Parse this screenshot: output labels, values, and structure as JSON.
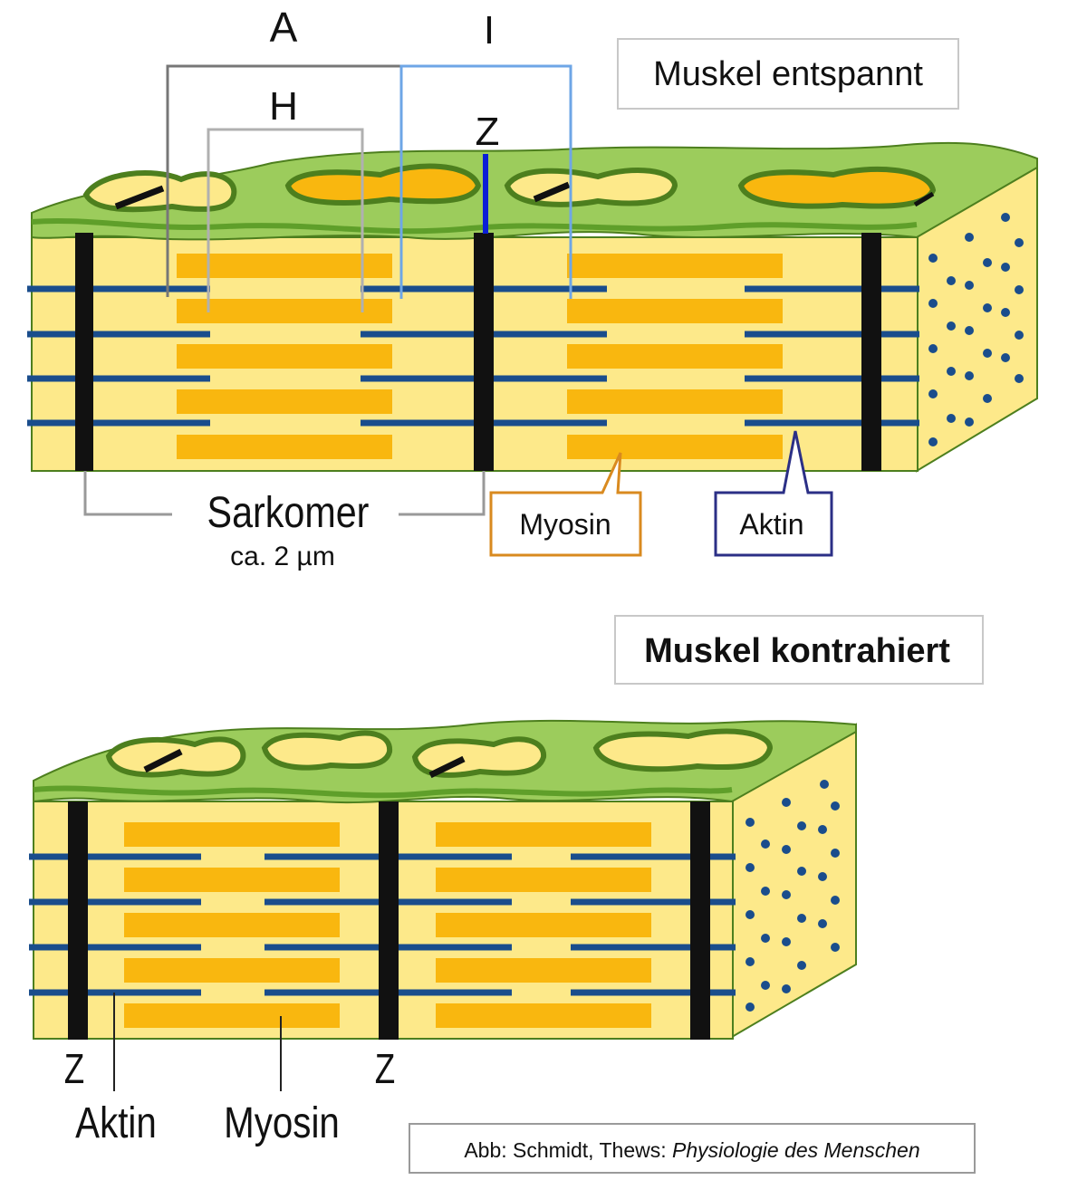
{
  "colors": {
    "membrane_green": "#9ccc5c",
    "membrane_dark": "#5f9f2a",
    "cytoplasm": "#fde98a",
    "myosin": "#f9b70f",
    "actin": "#1a4d8c",
    "z_disc": "#111111",
    "z_marker": "#0a1fd6",
    "myosin_box": "#d98a1f",
    "actin_box": "#2b2f86",
    "bracket_a": "#777777",
    "bracket_h": "#b0b0b0",
    "bracket_i": "#6ea6e6"
  },
  "relaxed": {
    "title": "Muskel entspannt",
    "label_a": "A",
    "label_i": "I",
    "label_h": "H",
    "label_z": "Z",
    "sarcomere_label": "Sarkomer",
    "sarcomere_length": "ca. 2 µm",
    "myosin_label": "Myosin",
    "actin_label": "Aktin"
  },
  "contracted": {
    "title": "Muskel kontrahiert",
    "z_left": "Z",
    "z_middle": "Z",
    "actin_label": "Aktin",
    "myosin_label": "Myosin"
  },
  "source": {
    "prefix": "Abb: Schmidt, Thews: ",
    "book": "Physiologie des Menschen"
  }
}
